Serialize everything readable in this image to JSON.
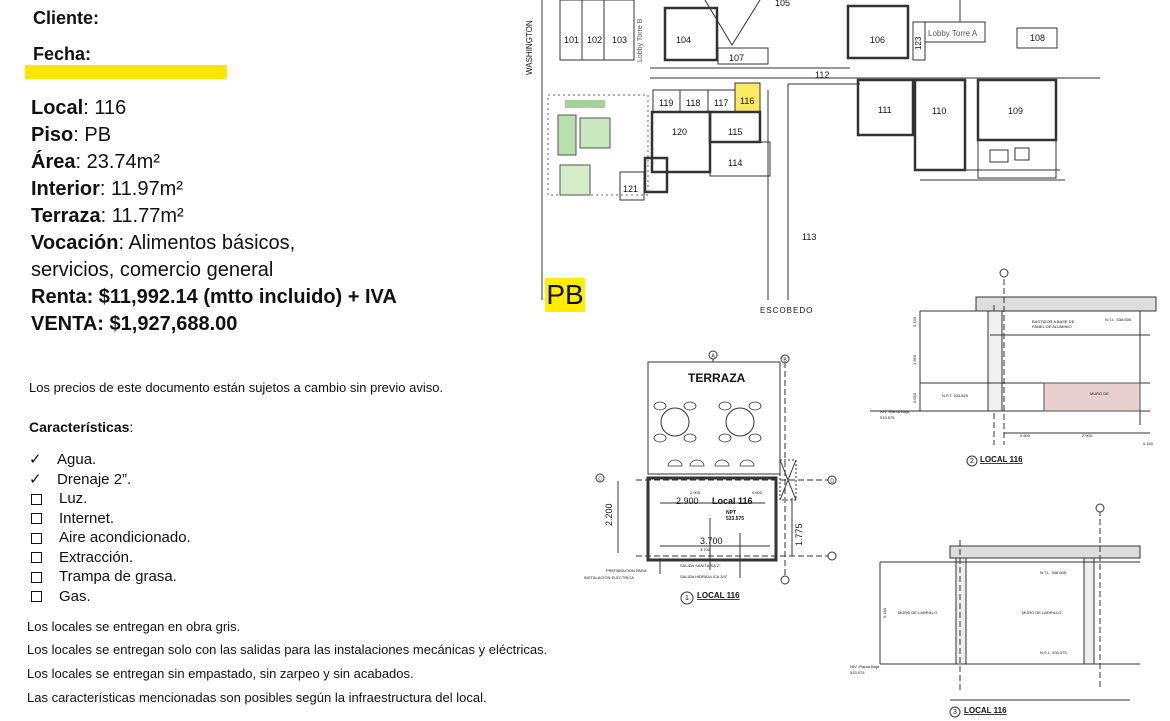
{
  "header": {
    "cliente_label": "Cliente:",
    "fecha_label": "Fecha:"
  },
  "local": {
    "local_label": "Local",
    "local_value": ": 116",
    "piso_label": "Piso",
    "piso_value": ": PB",
    "area_label": "Área",
    "area_value": ": 23.74m²",
    "interior_label": "Interior",
    "interior_value": ": 11.97m²",
    "terraza_label": "Terraza",
    "terraza_value": ": 11.77m²",
    "vocacion_label": "Vocación",
    "vocacion_value_1": ": Alimentos básicos,",
    "vocacion_value_2": "servicios, comercio general",
    "renta": "Renta: $11,992.14 (mtto incluido) + IVA",
    "venta": "VENTA: $1,927,688.00"
  },
  "disclaimer": "Los precios de este documento están sujetos a cambio sin previo aviso.",
  "features_title": "Características",
  "features_colon": ":",
  "features": [
    {
      "label": "Agua.",
      "checked": true
    },
    {
      "label": "Drenaje 2”.",
      "checked": true
    },
    {
      "label": "Luz.",
      "checked": false
    },
    {
      "label": "Internet.",
      "checked": false
    },
    {
      "label": "Aire acondicionado.",
      "checked": false
    },
    {
      "label": "Extracción.",
      "checked": false
    },
    {
      "label": "Trampa de grasa.",
      "checked": false
    },
    {
      "label": "Gas.",
      "checked": false
    }
  ],
  "notes": [
    "Los locales se entregan en obra gris.",
    "Los locales se entregan solo con las salidas para las instalaciones mecánicas y eléctricas.",
    "Los locales se entregan sin empastado, sin zarpeo y sin acabados.",
    "Las características mencionadas son posibles según la infraestructura del local."
  ],
  "site_plan": {
    "street_left": "WASHINGTON",
    "street_bottom": "ESCOBEDO",
    "lobby_a": "Lobby Torre A",
    "lobby_b": "Lobby Torre B",
    "units": {
      "u101": "101",
      "u102": "102",
      "u103": "103",
      "u104": "104",
      "u105": "105",
      "u106": "106",
      "u107": "107",
      "u108": "108",
      "u109": "109",
      "u110": "110",
      "u111": "111",
      "u112": "112",
      "u113": "113",
      "u114": "114",
      "u115": "115",
      "u116": "116",
      "u117": "117",
      "u118": "118",
      "u119": "119",
      "u120": "120",
      "u121": "121",
      "u123": "123"
    },
    "highlight_color": "#ffe866"
  },
  "floor_badge": "PB",
  "floor_badge_color": "#ffee00",
  "plan1": {
    "terraza": "TERRAZA",
    "local": "Local 116",
    "dim_2900": "2.900",
    "dim_3700": "3.700",
    "dim_2200": "2.200",
    "dim_1775": "1.775",
    "dim_small_2900": "2.900",
    "dim_small_3700": "3.700",
    "dim_small_0600": "0.600",
    "npt": "NPT",
    "npt_value": "533.575",
    "prep_1": "PREPARACION PARA",
    "prep_2": "INSTALACIÓN ELÉCTRICA",
    "salida_sanitaria": "SALIDA SANITARIA 2\"",
    "salida_hidraulica": "SALIDA HIDRÁULICA 3/4\"",
    "grid_a": "A",
    "grid_b": "B",
    "grid_c": "C",
    "grid_d": "D",
    "caption_num": "1",
    "caption": "LOCAL 116"
  },
  "plan2": {
    "bastidor_1": "BASTIDOR A BASE DE",
    "bastidor_2": "PANEL DE ALUMINIO",
    "ntl": "N.T.L. 538.805",
    "npt": "N.P.T. 533.825",
    "muro": "MURO DE",
    "nivel": "NIV. Planta Baja",
    "nivel_value": "533.575",
    "d0190": "0.190",
    "d1950": "1.950",
    "d0850": "0.850",
    "d0600": "0.600",
    "d2900": "2.900",
    "d0150": "0.150",
    "caption_num": "2",
    "caption": "LOCAL 116"
  },
  "plan3": {
    "muro_left": "MURO DE LADRILLO",
    "muro_right": "MURO DE LADRILLO",
    "ntl": "N.T.L. 538.805",
    "nsl": "N.S.L. 533.575",
    "nivel": "NIV. Planta Baja",
    "nivel_value": "533.575",
    "d5180": "5.180",
    "caption_num": "3",
    "caption": "LOCAL 116"
  }
}
